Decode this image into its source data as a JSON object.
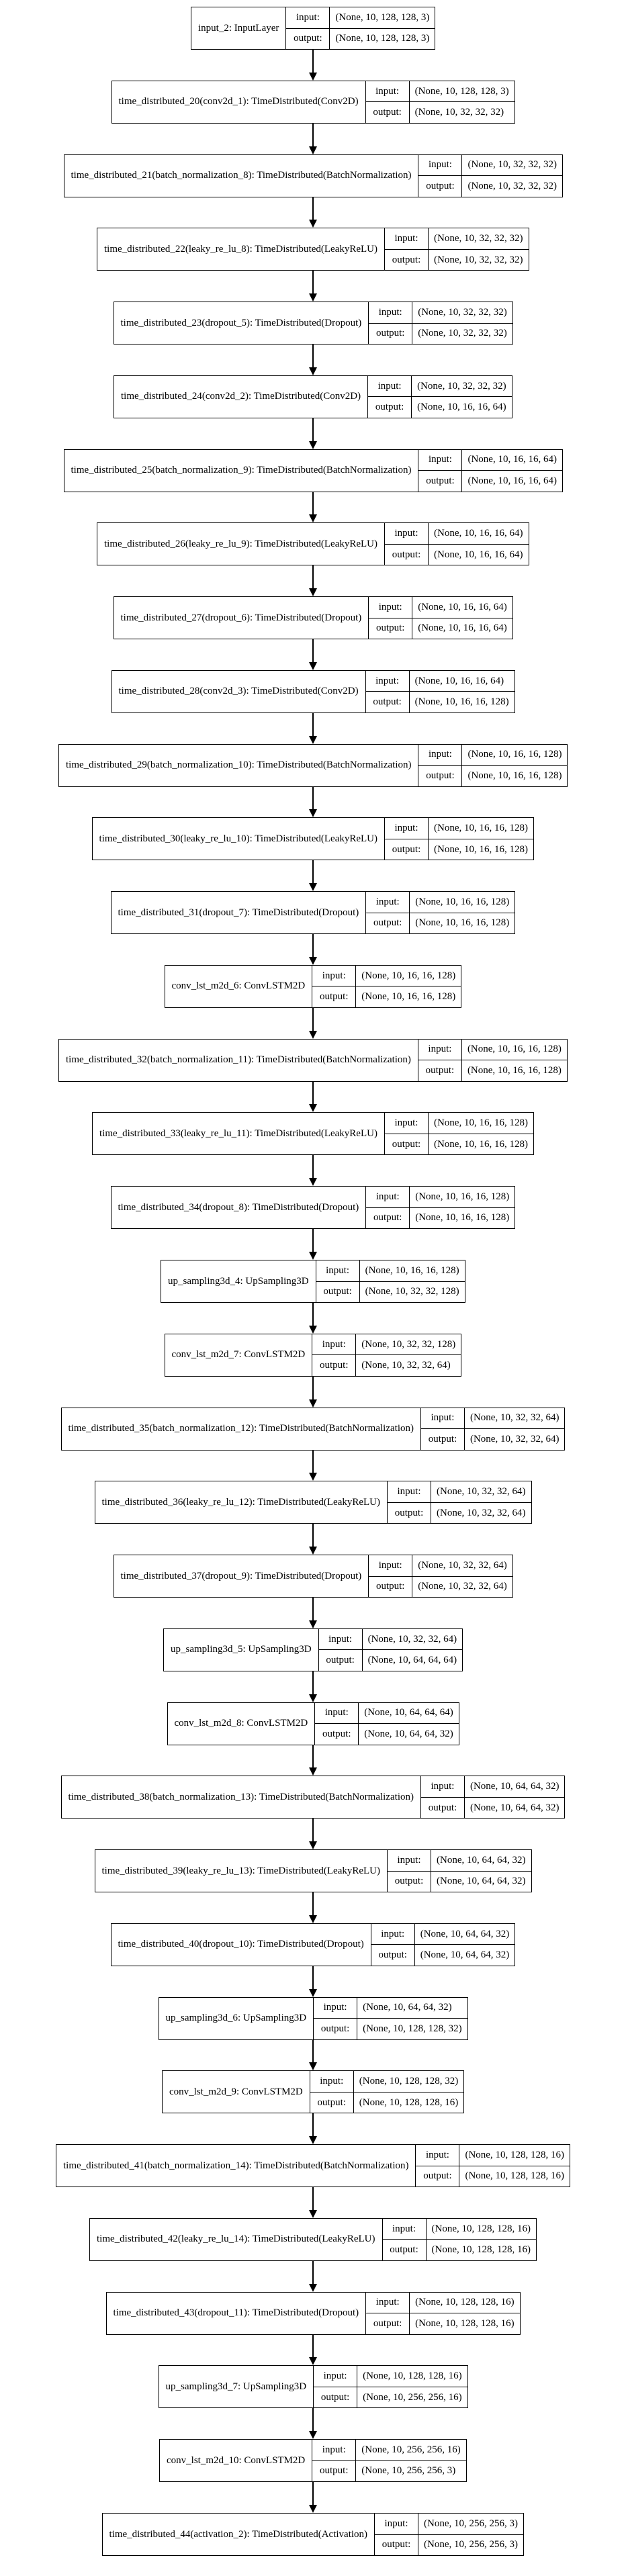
{
  "diagram": {
    "io_labels": {
      "input": "input:",
      "output": "output:"
    },
    "nodes": [
      {
        "id": "input_2",
        "label": "input_2: InputLayer",
        "input": "(None, 10, 128, 128, 3)",
        "output": "(None, 10, 128, 128, 3)"
      },
      {
        "id": "td20",
        "label": "time_distributed_20(conv2d_1): TimeDistributed(Conv2D)",
        "input": "(None, 10, 128, 128, 3)",
        "output": "(None, 10, 32, 32, 32)"
      },
      {
        "id": "td21",
        "label": "time_distributed_21(batch_normalization_8): TimeDistributed(BatchNormalization)",
        "input": "(None, 10, 32, 32, 32)",
        "output": "(None, 10, 32, 32, 32)"
      },
      {
        "id": "td22",
        "label": "time_distributed_22(leaky_re_lu_8): TimeDistributed(LeakyReLU)",
        "input": "(None, 10, 32, 32, 32)",
        "output": "(None, 10, 32, 32, 32)"
      },
      {
        "id": "td23",
        "label": "time_distributed_23(dropout_5): TimeDistributed(Dropout)",
        "input": "(None, 10, 32, 32, 32)",
        "output": "(None, 10, 32, 32, 32)"
      },
      {
        "id": "td24",
        "label": "time_distributed_24(conv2d_2): TimeDistributed(Conv2D)",
        "input": "(None, 10, 32, 32, 32)",
        "output": "(None, 10, 16, 16, 64)"
      },
      {
        "id": "td25",
        "label": "time_distributed_25(batch_normalization_9): TimeDistributed(BatchNormalization)",
        "input": "(None, 10, 16, 16, 64)",
        "output": "(None, 10, 16, 16, 64)"
      },
      {
        "id": "td26",
        "label": "time_distributed_26(leaky_re_lu_9): TimeDistributed(LeakyReLU)",
        "input": "(None, 10, 16, 16, 64)",
        "output": "(None, 10, 16, 16, 64)"
      },
      {
        "id": "td27",
        "label": "time_distributed_27(dropout_6): TimeDistributed(Dropout)",
        "input": "(None, 10, 16, 16, 64)",
        "output": "(None, 10, 16, 16, 64)"
      },
      {
        "id": "td28",
        "label": "time_distributed_28(conv2d_3): TimeDistributed(Conv2D)",
        "input": "(None, 10, 16, 16, 64)",
        "output": "(None, 10, 16, 16, 128)"
      },
      {
        "id": "td29",
        "label": "time_distributed_29(batch_normalization_10): TimeDistributed(BatchNormalization)",
        "input": "(None, 10, 16, 16, 128)",
        "output": "(None, 10, 16, 16, 128)"
      },
      {
        "id": "td30",
        "label": "time_distributed_30(leaky_re_lu_10): TimeDistributed(LeakyReLU)",
        "input": "(None, 10, 16, 16, 128)",
        "output": "(None, 10, 16, 16, 128)"
      },
      {
        "id": "td31",
        "label": "time_distributed_31(dropout_7): TimeDistributed(Dropout)",
        "input": "(None, 10, 16, 16, 128)",
        "output": "(None, 10, 16, 16, 128)"
      },
      {
        "id": "cl6",
        "label": "conv_lst_m2d_6: ConvLSTM2D",
        "input": "(None, 10, 16, 16, 128)",
        "output": "(None, 10, 16, 16, 128)"
      },
      {
        "id": "td32",
        "label": "time_distributed_32(batch_normalization_11): TimeDistributed(BatchNormalization)",
        "input": "(None, 10, 16, 16, 128)",
        "output": "(None, 10, 16, 16, 128)"
      },
      {
        "id": "td33",
        "label": "time_distributed_33(leaky_re_lu_11): TimeDistributed(LeakyReLU)",
        "input": "(None, 10, 16, 16, 128)",
        "output": "(None, 10, 16, 16, 128)"
      },
      {
        "id": "td34",
        "label": "time_distributed_34(dropout_8): TimeDistributed(Dropout)",
        "input": "(None, 10, 16, 16, 128)",
        "output": "(None, 10, 16, 16, 128)"
      },
      {
        "id": "us4",
        "label": "up_sampling3d_4: UpSampling3D",
        "input": "(None, 10, 16, 16, 128)",
        "output": "(None, 10, 32, 32, 128)"
      },
      {
        "id": "cl7",
        "label": "conv_lst_m2d_7: ConvLSTM2D",
        "input": "(None, 10, 32, 32, 128)",
        "output": "(None, 10, 32, 32, 64)"
      },
      {
        "id": "td35",
        "label": "time_distributed_35(batch_normalization_12): TimeDistributed(BatchNormalization)",
        "input": "(None, 10, 32, 32, 64)",
        "output": "(None, 10, 32, 32, 64)"
      },
      {
        "id": "td36",
        "label": "time_distributed_36(leaky_re_lu_12): TimeDistributed(LeakyReLU)",
        "input": "(None, 10, 32, 32, 64)",
        "output": "(None, 10, 32, 32, 64)"
      },
      {
        "id": "td37",
        "label": "time_distributed_37(dropout_9): TimeDistributed(Dropout)",
        "input": "(None, 10, 32, 32, 64)",
        "output": "(None, 10, 32, 32, 64)"
      },
      {
        "id": "us5",
        "label": "up_sampling3d_5: UpSampling3D",
        "input": "(None, 10, 32, 32, 64)",
        "output": "(None, 10, 64, 64, 64)"
      },
      {
        "id": "cl8",
        "label": "conv_lst_m2d_8: ConvLSTM2D",
        "input": "(None, 10, 64, 64, 64)",
        "output": "(None, 10, 64, 64, 32)"
      },
      {
        "id": "td38",
        "label": "time_distributed_38(batch_normalization_13): TimeDistributed(BatchNormalization)",
        "input": "(None, 10, 64, 64, 32)",
        "output": "(None, 10, 64, 64, 32)"
      },
      {
        "id": "td39",
        "label": "time_distributed_39(leaky_re_lu_13): TimeDistributed(LeakyReLU)",
        "input": "(None, 10, 64, 64, 32)",
        "output": "(None, 10, 64, 64, 32)"
      },
      {
        "id": "td40",
        "label": "time_distributed_40(dropout_10): TimeDistributed(Dropout)",
        "input": "(None, 10, 64, 64, 32)",
        "output": "(None, 10, 64, 64, 32)"
      },
      {
        "id": "us6",
        "label": "up_sampling3d_6: UpSampling3D",
        "input": "(None, 10, 64, 64, 32)",
        "output": "(None, 10, 128, 128, 32)"
      },
      {
        "id": "cl9",
        "label": "conv_lst_m2d_9: ConvLSTM2D",
        "input": "(None, 10, 128, 128, 32)",
        "output": "(None, 10, 128, 128, 16)"
      },
      {
        "id": "td41",
        "label": "time_distributed_41(batch_normalization_14): TimeDistributed(BatchNormalization)",
        "input": "(None, 10, 128, 128, 16)",
        "output": "(None, 10, 128, 128, 16)"
      },
      {
        "id": "td42",
        "label": "time_distributed_42(leaky_re_lu_14): TimeDistributed(LeakyReLU)",
        "input": "(None, 10, 128, 128, 16)",
        "output": "(None, 10, 128, 128, 16)"
      },
      {
        "id": "td43",
        "label": "time_distributed_43(dropout_11): TimeDistributed(Dropout)",
        "input": "(None, 10, 128, 128, 16)",
        "output": "(None, 10, 128, 128, 16)"
      },
      {
        "id": "us7",
        "label": "up_sampling3d_7: UpSampling3D",
        "input": "(None, 10, 128, 128, 16)",
        "output": "(None, 10, 256, 256, 16)"
      },
      {
        "id": "cl10",
        "label": "conv_lst_m2d_10: ConvLSTM2D",
        "input": "(None, 10, 256, 256, 16)",
        "output": "(None, 10, 256, 256, 3)"
      },
      {
        "id": "td44",
        "label": "time_distributed_44(activation_2): TimeDistributed(Activation)",
        "input": "(None, 10, 256, 256, 3)",
        "output": "(None, 10, 256, 256, 3)"
      }
    ]
  }
}
